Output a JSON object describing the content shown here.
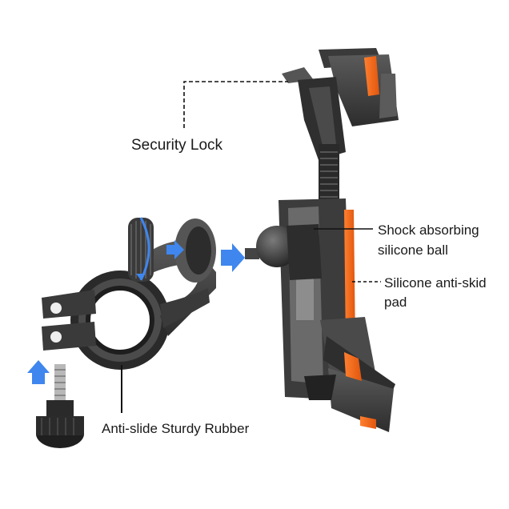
{
  "labels": {
    "security_lock": "Security Lock",
    "shock_line1": "Shock absorbing",
    "shock_line2": "silicone ball",
    "pad_line1": "Silicone anti-skid",
    "pad_line2": "pad",
    "rubber": "Anti-slide Sturdy Rubber"
  },
  "colors": {
    "accent": "#f06a1e",
    "arrow": "#3f86ee",
    "body_dark": "#2b2b2b",
    "body_mid": "#4a4a4a",
    "body_light": "#6d6d6d",
    "leader": "#111111"
  }
}
